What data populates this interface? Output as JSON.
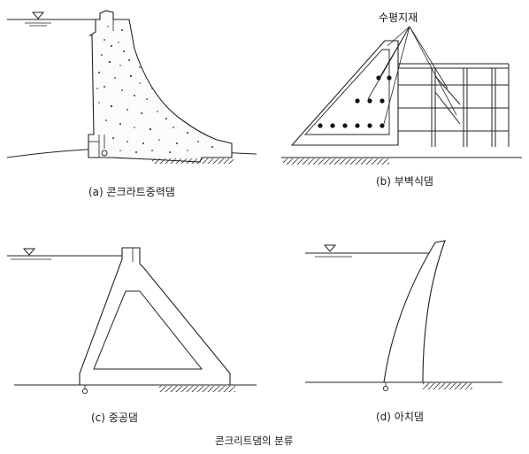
{
  "panels": {
    "a": {
      "caption": "(a) 콘크라트중력댐"
    },
    "b": {
      "caption": "(b) 부벽식댐",
      "callout": "수평지재"
    },
    "c": {
      "caption": "(c) 중공댐"
    },
    "d": {
      "caption": "(d) 아치댐"
    }
  },
  "figure_caption": "콘크리트댐의 분류"
}
